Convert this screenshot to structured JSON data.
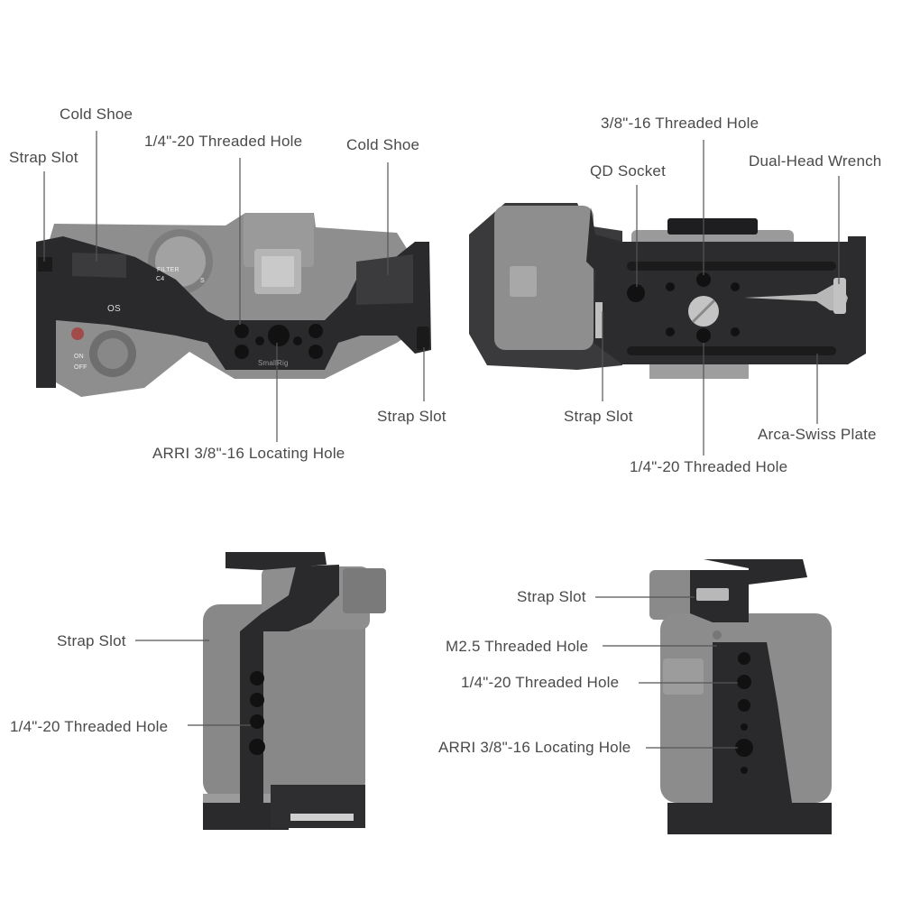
{
  "top_left_view": {
    "labels": {
      "strap_slot_left": "Strap Slot",
      "cold_shoe_left": "Cold Shoe",
      "threaded_hole_quarter": "1/4\"-20 Threaded Hole",
      "cold_shoe_right": "Cold Shoe",
      "strap_slot_right": "Strap Slot",
      "arri_locating_hole": "ARRI 3/8\"-16 Locating Hole"
    },
    "camera_markings": {
      "os_button": "OS",
      "brand_engraving": "SmallRig",
      "filter": "FILTER",
      "mode": "C4",
      "dial_s": "S",
      "power_on": "ON",
      "power_off": "OFF"
    }
  },
  "top_right_view": {
    "labels": {
      "threaded_hole_three_eighths": "3/8\"-16 Threaded Hole",
      "qd_socket": "QD Socket",
      "dual_head_wrench": "Dual-Head Wrench",
      "strap_slot": "Strap Slot",
      "arca_swiss_plate": "Arca-Swiss Plate",
      "threaded_hole_quarter": "1/4\"-20 Threaded Hole"
    }
  },
  "bottom_left_view": {
    "labels": {
      "strap_slot": "Strap Slot",
      "threaded_hole_quarter": "1/4\"-20 Threaded Hole"
    }
  },
  "bottom_right_view": {
    "labels": {
      "strap_slot": "Strap Slot",
      "m25_threaded_hole": "M2.5 Threaded Hole",
      "threaded_hole_quarter": "1/4\"-20 Threaded Hole",
      "arri_locating_hole": "ARRI 3/8\"-16 Locating Hole"
    }
  },
  "colors": {
    "cage": "#2a2a2c",
    "camera_body": "#8c8c8c",
    "label_text": "#4a4a4a",
    "leader_line": "#555555"
  }
}
